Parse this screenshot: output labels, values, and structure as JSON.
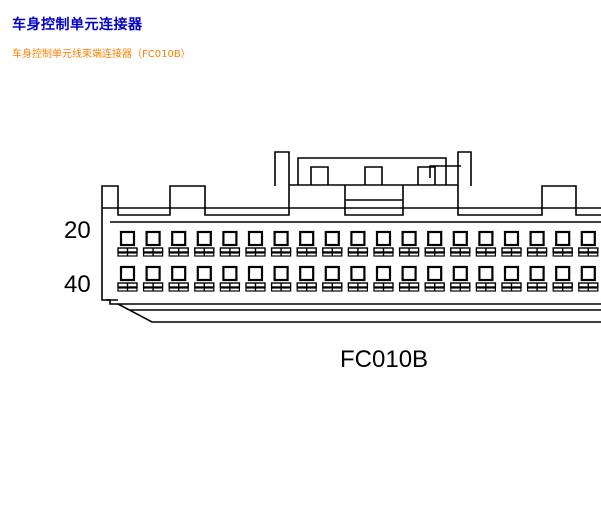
{
  "page": {
    "title": "车身控制单元连接器",
    "subtitle": "车身控制单元线束端连接器（FC010B）"
  },
  "diagram": {
    "connector_id": "FC010B",
    "row_labels": [
      "20",
      "40"
    ],
    "visible_pins_per_row": 20
  },
  "colors": {
    "title": "#0000cc",
    "subtitle": "#ff8000",
    "line": "#000000"
  }
}
